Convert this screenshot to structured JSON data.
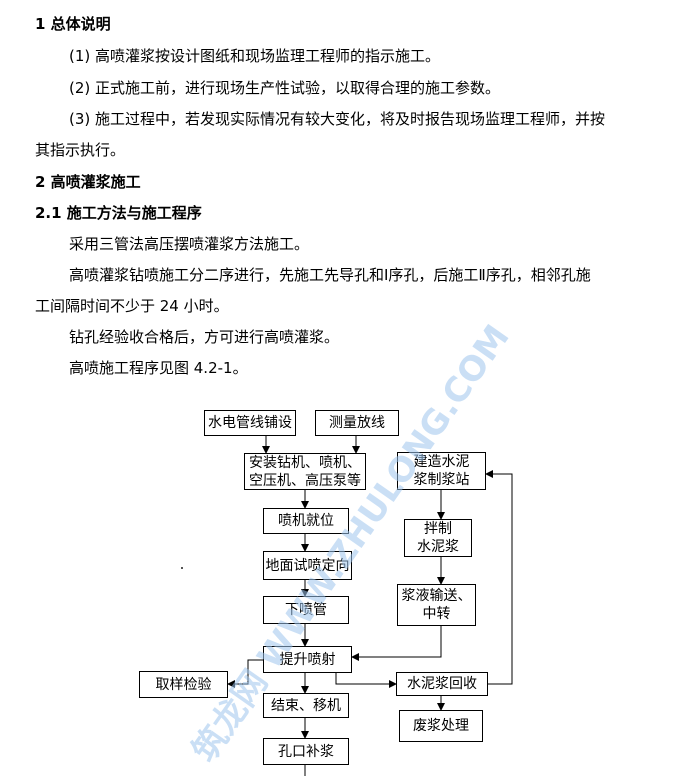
{
  "section1": {
    "heading": "1  总体说明",
    "p1": "(1) 高喷灌浆按设计图纸和现场监理工程师的指示施工。",
    "p2": "(2) 正式施工前，进行现场生产性试验，以取得合理的施工参数。",
    "p3a": "(3) 施工过程中，若发现实际情况有较大变化，将及时报告现场监理工程师，并按",
    "p3b": "其指示执行。"
  },
  "section2": {
    "heading": "2  高喷灌浆施工",
    "sub_heading": "2.1 施工方法与施工程序",
    "p1": "采用三管法高压摆喷灌浆方法施工。",
    "p2a": "高喷灌浆钻喷施工分二序进行，先施工先导孔和Ⅰ序孔，后施工Ⅱ序孔，相邻孔施",
    "p2b": "工间隔时间不少于 24 小时。",
    "p3": "钻孔经验收合格后，方可进行高喷灌浆。",
    "p4": "高喷施工程序见图 4.2-1。"
  },
  "flowchart": {
    "hydro_electric": "水电管线铺设",
    "survey": "测量放线",
    "install": "安装钻机、喷机、\n空压机、高压泵等",
    "nozzle_ready": "喷机就位",
    "ground_test": "地面试喷定向",
    "lower_nozzle": "下喷管",
    "lift_spray": "提升喷射",
    "sampling": "取样检验",
    "finish_move": "结束、移机",
    "hole_fill": "孔口补浆",
    "build_station": "建造水泥\n浆制浆站",
    "mix_slurry": "拌制\n水泥浆",
    "transport": "浆液输送、\n中转",
    "recovery": "水泥浆回收",
    "waste": "废浆处理"
  },
  "watermark": {
    "text": "筑龙网 WWW.ZHULONG.COM"
  }
}
